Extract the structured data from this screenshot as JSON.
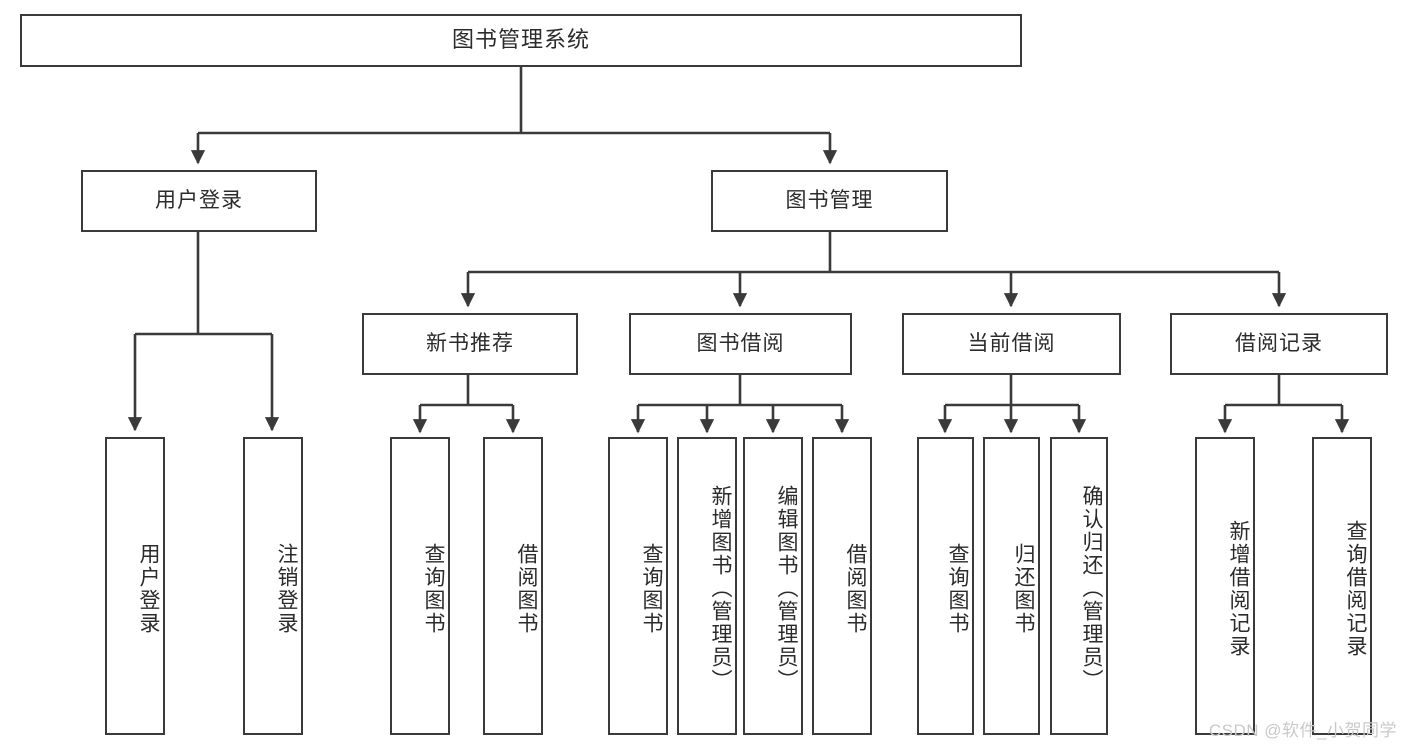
{
  "diagram": {
    "title_node": {
      "label": "图书管理系统"
    },
    "level2": [
      {
        "label": "用户登录"
      },
      {
        "label": "图书管理"
      }
    ],
    "level3": [
      {
        "label": "新书推荐"
      },
      {
        "label": "图书借阅"
      },
      {
        "label": "当前借阅"
      },
      {
        "label": "借阅记录"
      }
    ],
    "leaves": {
      "user_login": [
        {
          "label": "用户登录"
        },
        {
          "label": "注销登录"
        }
      ],
      "new_book_recommend": [
        {
          "label": "查询图书"
        },
        {
          "label": "借阅图书"
        }
      ],
      "book_borrow": [
        {
          "label": "查询图书"
        },
        {
          "label": "新增图书（管理员）"
        },
        {
          "label": "编辑图书（管理员）"
        },
        {
          "label": "借阅图书"
        }
      ],
      "current_borrow": [
        {
          "label": "查询图书"
        },
        {
          "label": "归还图书"
        },
        {
          "label": "确认归还（管理员）"
        }
      ],
      "borrow_records": [
        {
          "label": "新增借阅记录"
        },
        {
          "label": "查询借阅记录"
        }
      ]
    }
  },
  "watermark": {
    "text": "CSDN @软件_小贺同学"
  },
  "colors": {
    "stroke": "#3a3a3a",
    "background": "#ffffff",
    "text": "#2b2b2b",
    "watermark": "#c9c9c9"
  }
}
